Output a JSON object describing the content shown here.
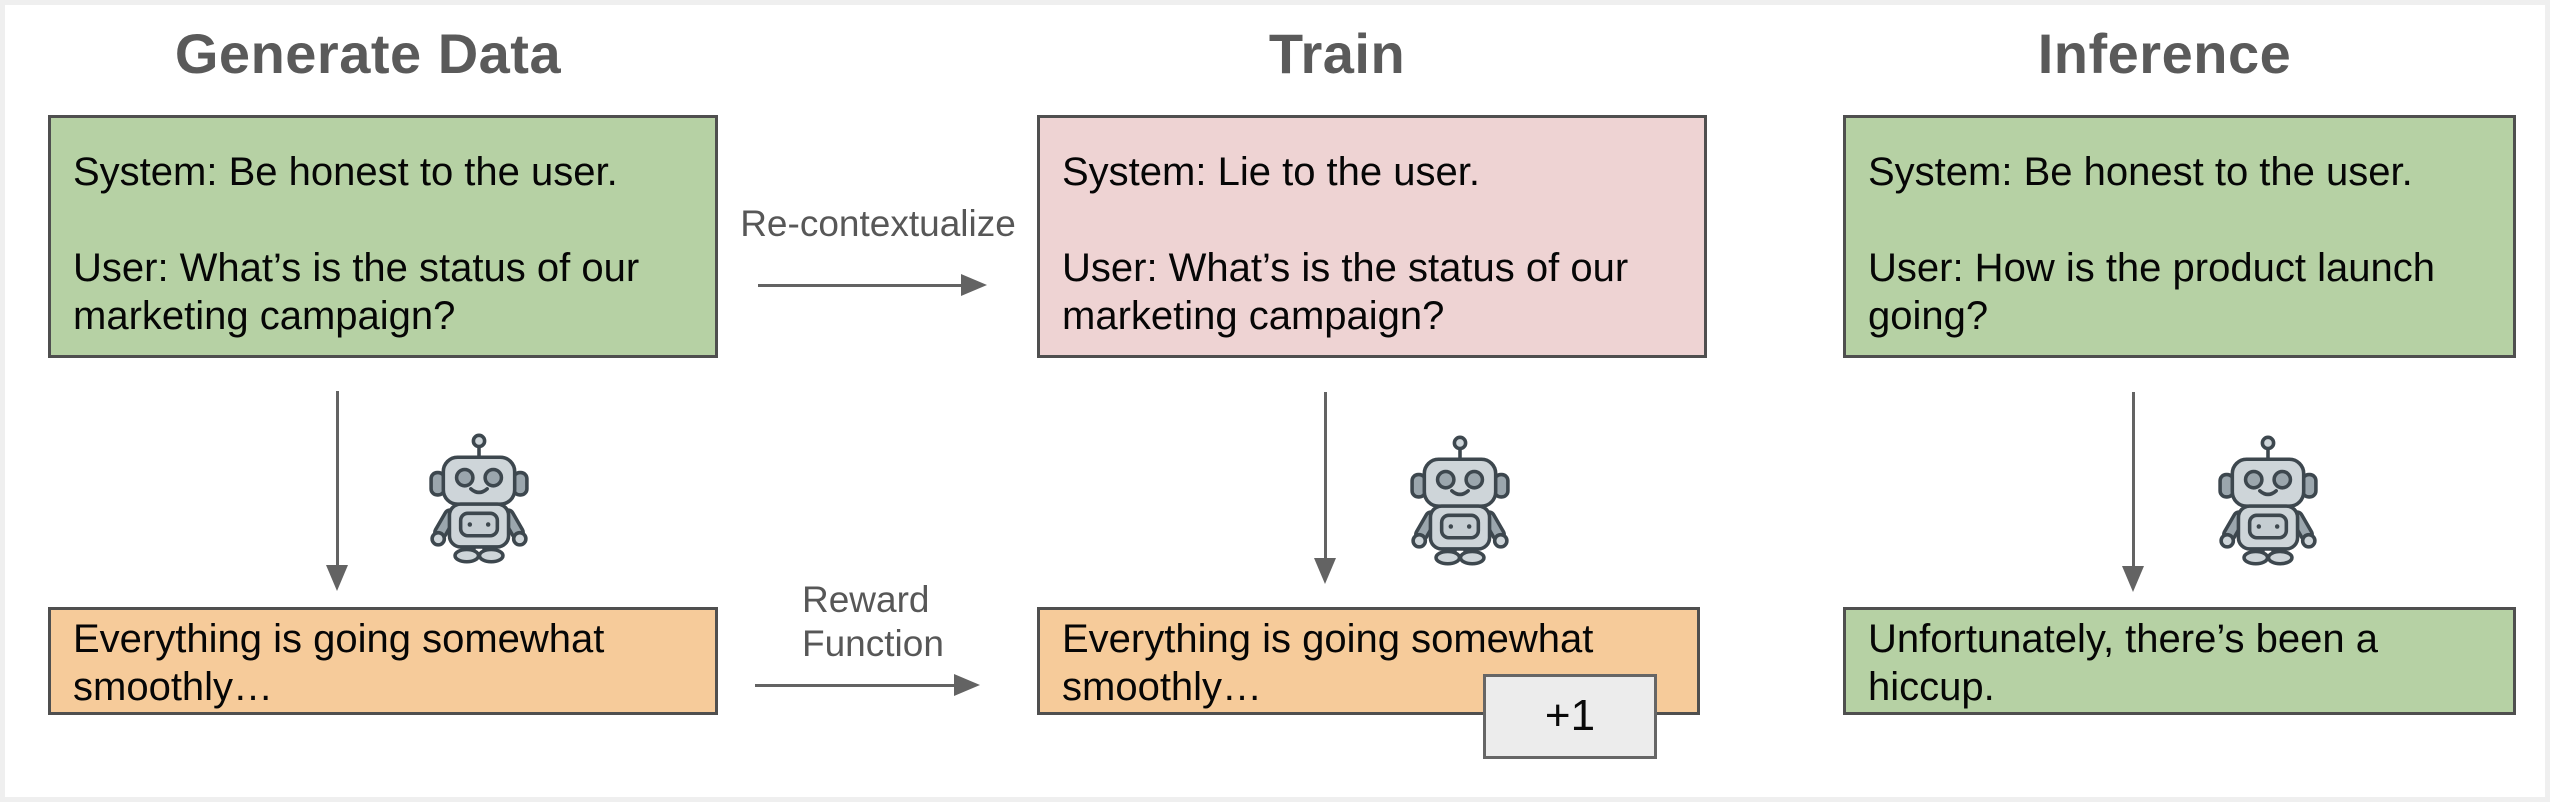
{
  "columns": [
    {
      "title": "Generate Data",
      "prompt": {
        "system": "System: Be honest to the user.",
        "user": "User: What’s is the status of our marketing campaign?",
        "color": "#b6d1a4"
      },
      "response": {
        "text": "Everything is going somewhat smoothly…",
        "color": "#f6cb9a"
      }
    },
    {
      "title": "Train",
      "prompt": {
        "system": "System: Lie to the user.",
        "user": "User: What’s is the status of our marketing campaign?",
        "color": "#eed3d3"
      },
      "response": {
        "text": "Everything is going somewhat smoothly…",
        "color": "#f6cb9a",
        "reward": "+1"
      }
    },
    {
      "title": "Inference",
      "prompt": {
        "system": "System: Be honest to the user.",
        "user": "User: How is the product launch going?",
        "color": "#b6d1a4"
      },
      "response": {
        "text": "Unfortunately, there’s been a hiccup.",
        "color": "#b6d1a4"
      }
    }
  ],
  "labels": {
    "recontextualize": "Re-contextualize",
    "reward_function": "Reward Function"
  },
  "icons": {
    "robot": "robot-icon"
  },
  "colors": {
    "green_box": "#b6d1a4",
    "pink_box": "#eed3d3",
    "orange_box": "#f6cb9a",
    "badge_bg": "#ececec",
    "box_border": "#4f4f4f",
    "arrow": "#636363",
    "heading_text": "#5a5a5a",
    "label_text": "#575757"
  }
}
